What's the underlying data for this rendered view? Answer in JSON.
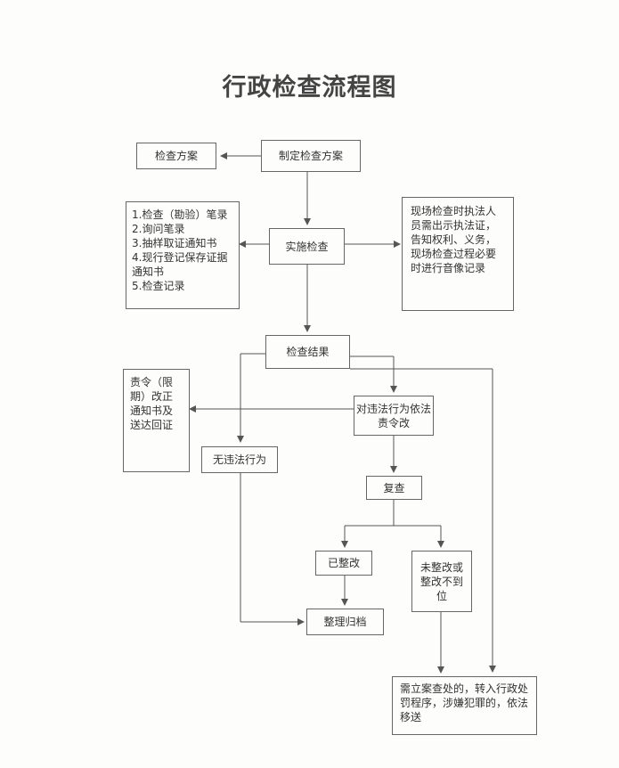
{
  "title": "行政检查流程图",
  "nodes": {
    "plan_result": "检查方案",
    "make_plan": "制定检查方案",
    "documents": "1.检查（勘验）笔录\n2.询问笔录\n3.抽样取证通知书\n4.现行登记保存证据通知书\n5.检查记录",
    "implement": "实施检查",
    "onsite_note": "现场检查时执法人员需出示执法证，告知权利、义务，现场检查过程必要时进行音像记录",
    "result": "检查结果",
    "notice": "责令（限期）改正通知书及送达回证",
    "violation": "对违法行为依法责令改",
    "no_violation": "无违法行为",
    "recheck": "复查",
    "rectified": "已整改",
    "not_rectified": "未整改或整改不到位",
    "archive": "整理归档",
    "transfer": "需立案查处的，转入行政处罚程序，涉嫌犯罪的，依法移送"
  }
}
